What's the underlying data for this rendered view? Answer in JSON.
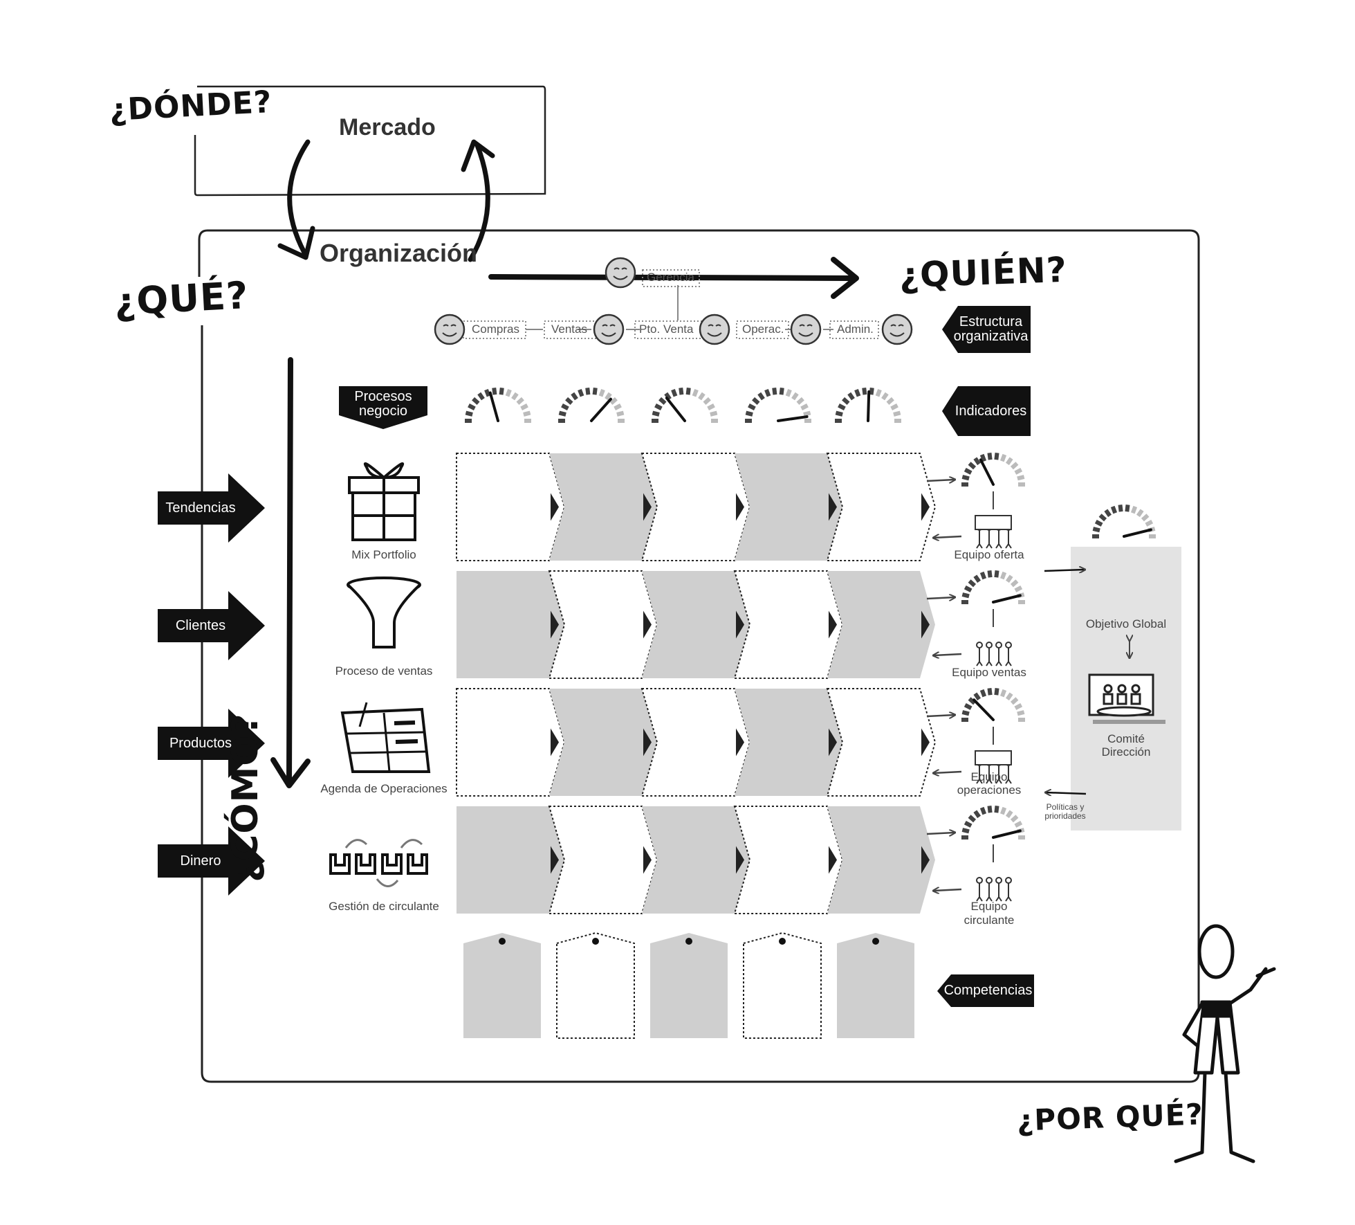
{
  "questions": {
    "donde": "¿DÓNDE?",
    "que": "¿QUÉ?",
    "quien": "¿QUIÉN?",
    "como": "¿CÓMO?",
    "porque": "¿POR QUÉ?"
  },
  "market": {
    "title": "Mercado"
  },
  "organization": {
    "title": "Organización"
  },
  "org_chart": {
    "top": "Gerencia",
    "roles": [
      "Compras",
      "Ventas",
      "Pto. Venta",
      "Operac.",
      "Admin."
    ]
  },
  "plates": {
    "structure": [
      "Estructura",
      "organizativa"
    ],
    "processes": [
      "Procesos",
      "negocio"
    ],
    "indicators": "Indicadores",
    "competencies": "Competencias"
  },
  "drivers": [
    "Tendencias",
    "Clientes",
    "Productos",
    "Dinero"
  ],
  "processes": [
    {
      "name": "Mix Portfolio",
      "team": [
        "Equipo oferta"
      ]
    },
    {
      "name": "Proceso de ventas",
      "team": [
        "Equipo ventas"
      ]
    },
    {
      "name": "Agenda de Operaciones",
      "team": [
        "Equipo",
        "operaciones"
      ]
    },
    {
      "name": "Gestión de circulante",
      "team": [
        "Equipo",
        "circulante"
      ]
    }
  ],
  "committee": {
    "objective": "Objetivo Global",
    "name": [
      "Comité",
      "Dirección"
    ],
    "policies": [
      "Políticas y",
      "prioridades"
    ]
  },
  "colors": {
    "ink": "#111111",
    "grey": "#cccccc",
    "panel": "#e3e3e3"
  }
}
